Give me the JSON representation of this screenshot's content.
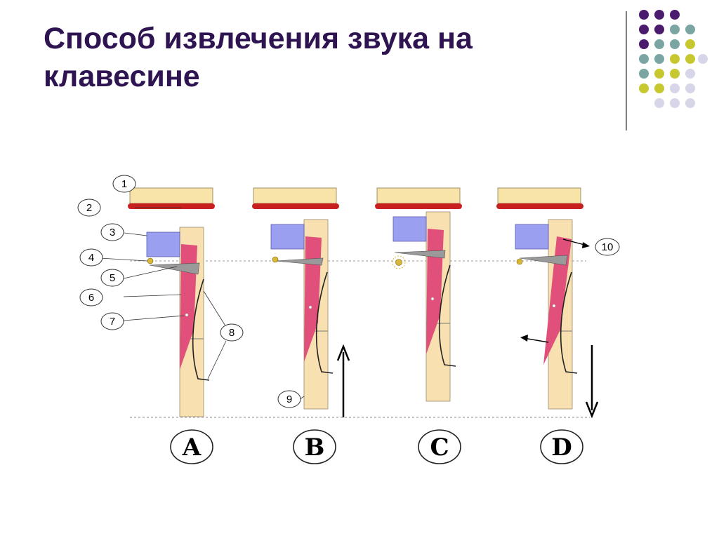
{
  "title": "Способ извлечения звука на клавесине",
  "colors": {
    "title": "#2f1452",
    "dot_purple": "#4b1b6e",
    "dot_teal": "#7aa5a3",
    "dot_olive": "#c7c730",
    "dot_lavender": "#d6d6e8",
    "string_bar": "#f8e4a8",
    "damper": "#c8201e",
    "block": "#9a9ff0",
    "jack": "#f8e0b0",
    "tongue": "#e0507a",
    "plectrum": "#9a9a9a",
    "pin": "#d8b838"
  },
  "callouts": [
    "1",
    "2",
    "3",
    "4",
    "5",
    "6",
    "7",
    "8",
    "9",
    "10"
  ],
  "stages": [
    "A",
    "B",
    "C",
    "D"
  ]
}
